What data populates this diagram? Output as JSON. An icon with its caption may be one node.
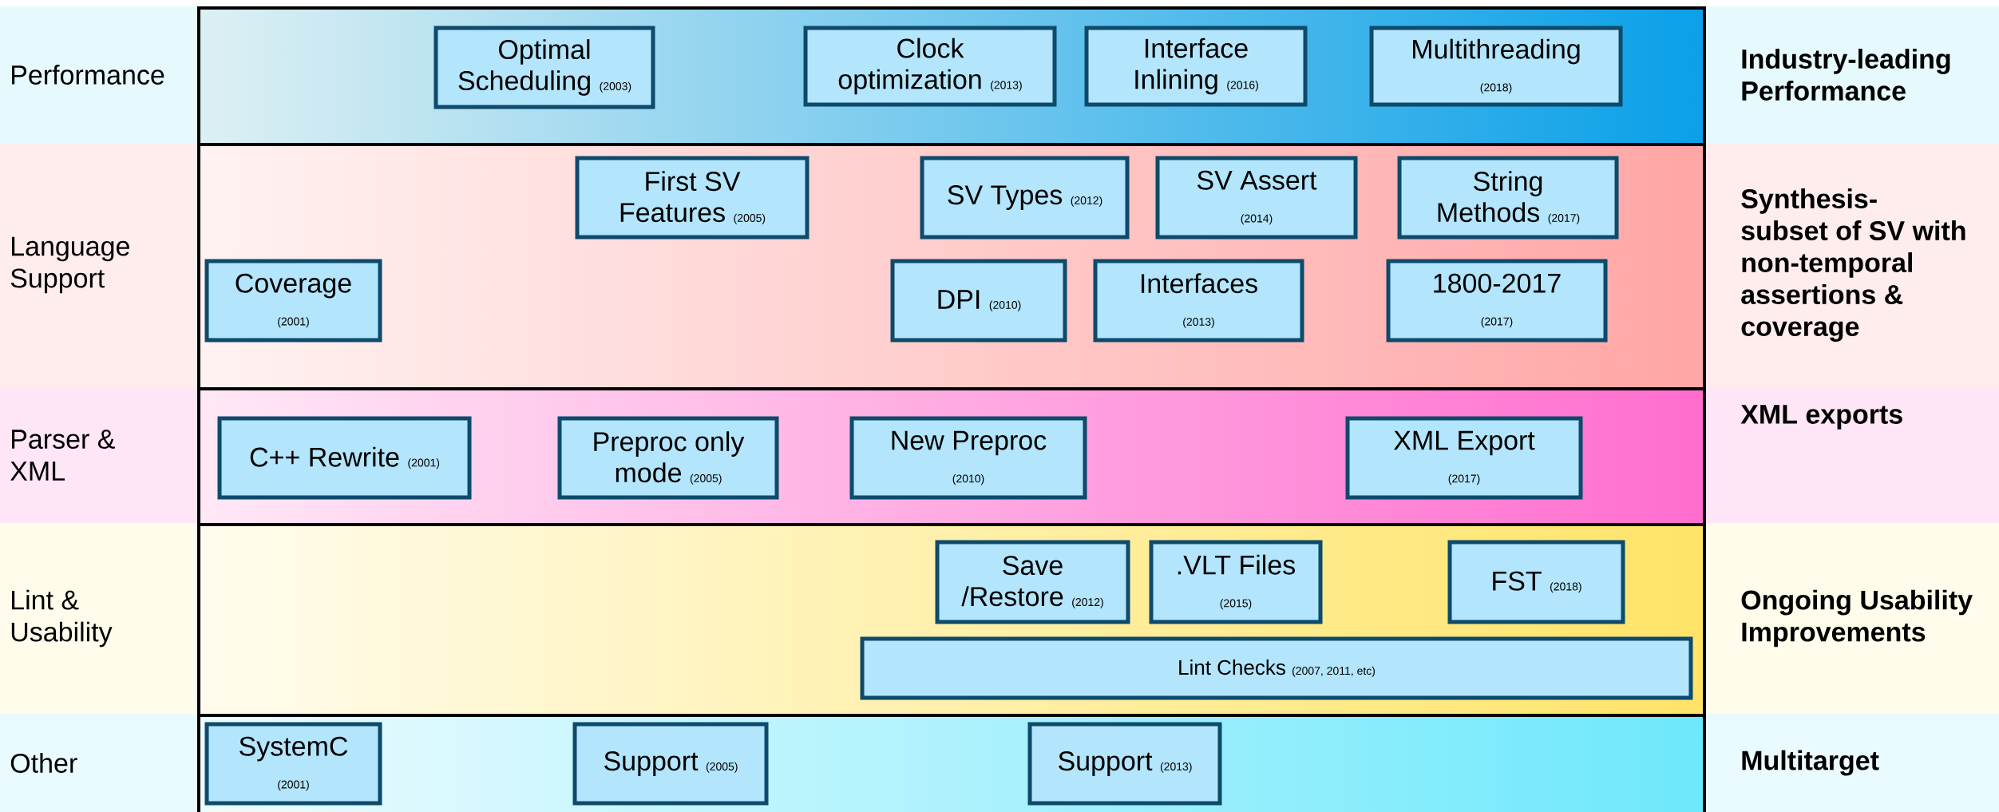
{
  "diagram": {
    "nodes": [
      {
        "text": [
          "Performance",
          "Industry-leading Performance"
        ]
      },
      {
        "text": [
          "Optimal Scheduling",
          "(2003)"
        ],
        "in": 0
      },
      {
        "text": [
          "Clock optimization",
          "(2013)"
        ],
        "in": 0
      },
      {
        "text": [
          "Interface Inlining",
          "(2016)"
        ],
        "in": 0
      },
      {
        "text": [
          "Multithreading",
          "(2018)"
        ],
        "in": 0
      },
      {
        "text": [
          "Language Support",
          "Synthesis-subset of SV with non-temporal assertions & coverage"
        ]
      },
      {
        "text": [
          "First SV Features",
          "(2005)"
        ],
        "in": 5
      },
      {
        "text": [
          "SV Types",
          "(2012)"
        ],
        "in": 5
      },
      {
        "text": [
          "SV Assert",
          "(2014)"
        ],
        "in": 5
      },
      {
        "text": [
          "String Methods",
          "(2017)"
        ],
        "in": 5
      },
      {
        "text": [
          "Coverage",
          "(2001)"
        ],
        "in": 5
      },
      {
        "text": [
          "DPI",
          "(2010)"
        ],
        "in": 5
      },
      {
        "text": [
          "Interfaces",
          "(2013)"
        ],
        "in": 5
      },
      {
        "text": [
          "1800-2017",
          "(2017)"
        ],
        "in": 5
      },
      {
        "text": [
          "Parser & XML",
          "XML exports"
        ]
      },
      {
        "text": [
          "C++ Rewrite",
          "(2001)"
        ],
        "in": 14
      },
      {
        "text": [
          "Preproc only mode",
          "(2005)"
        ],
        "in": 14
      },
      {
        "text": [
          "New Preproc",
          "(2010)"
        ],
        "in": 14
      },
      {
        "text": [
          "XML Export",
          "(2017)"
        ],
        "in": 14
      },
      {
        "text": [
          "Lint & Usability",
          "Ongoing Usability Improvements"
        ]
      },
      {
        "text": [
          "Save /Restore",
          "(2012)"
        ],
        "in": 19
      },
      {
        "text": [
          ".VLT Files",
          "(2015)"
        ],
        "in": 19
      },
      {
        "text": [
          "FST",
          "(2018)"
        ],
        "in": 19
      },
      {
        "text": [
          "Lint Checks",
          "(2007, 2011, etc)"
        ],
        "in": 19
      },
      {
        "text": [
          "Other",
          "Multitarget"
        ]
      },
      {
        "text": [
          "SystemC",
          "(2001)"
        ],
        "in": 24
      },
      {
        "text": [
          "Support",
          "(2005)"
        ],
        "in": 24
      },
      {
        "text": [
          "Support",
          "(2013)"
        ],
        "in": 24
      }
    ]
  }
}
